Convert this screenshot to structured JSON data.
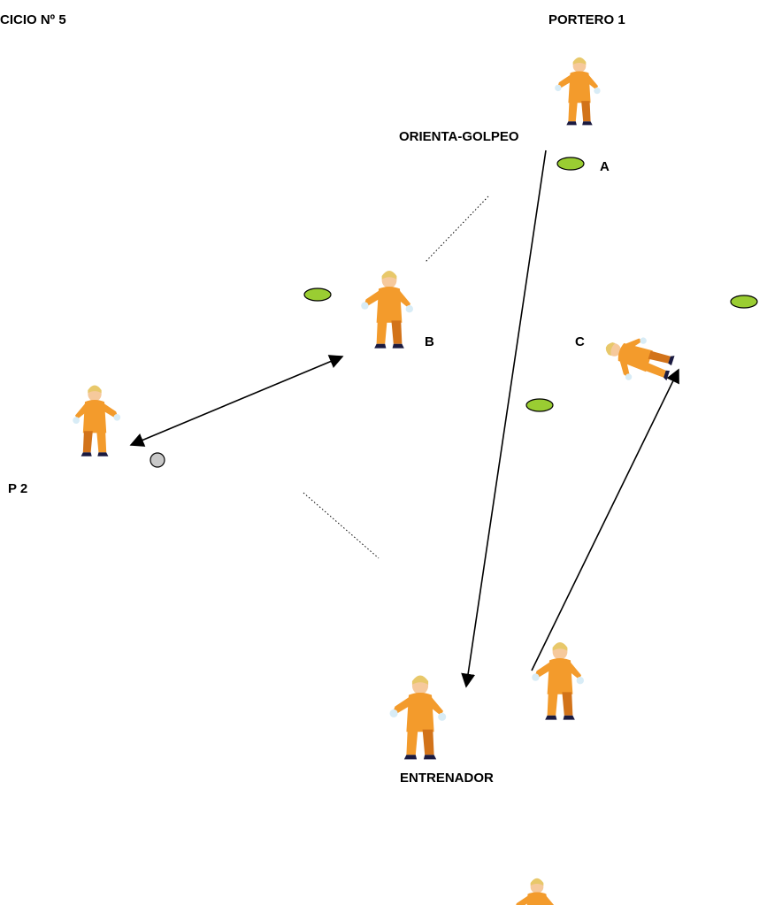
{
  "labels": {
    "exercise": "CICIO Nº 5",
    "goalkeeper_1": "PORTERO 1",
    "action": "ORIENTA-GOLPEO",
    "point_a": "A",
    "point_b": "B",
    "point_c": "C",
    "goalkeeper_2": "P 2",
    "coach": "ENTRENADOR"
  },
  "colors": {
    "kit": "#f39b2c",
    "kit_shadow": "#d2731a",
    "cone": "#9acd32",
    "ball": "#c8c8c8",
    "skin": "#f6c99c",
    "hair": "#e8c86a",
    "boot": "#1a1a40",
    "glove": "#d8ecf6",
    "arrow": "#000000"
  },
  "icons": {
    "player": "goalkeeper-figure-icon",
    "cone": "cone-marker-icon",
    "ball": "ball-icon"
  }
}
